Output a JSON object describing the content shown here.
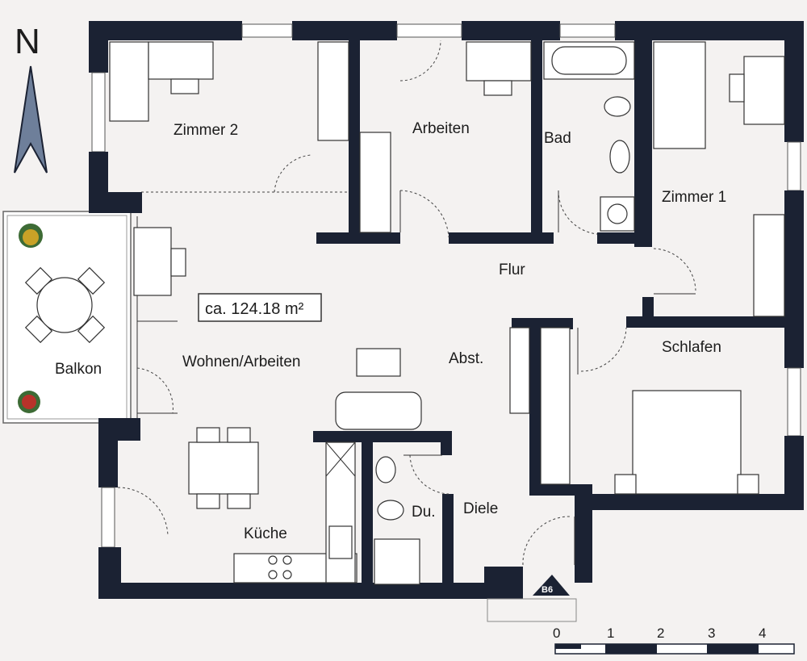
{
  "compass": {
    "label": "N"
  },
  "area": {
    "label": "ca. 124.18 m²"
  },
  "marker": {
    "label": "B6"
  },
  "rooms": {
    "zimmer2": "Zimmer 2",
    "arbeiten": "Arbeiten",
    "bad": "Bad",
    "zimmer1": "Zimmer 1",
    "flur": "Flur",
    "balkon": "Balkon",
    "wohnen": "Wohnen/Arbeiten",
    "abst": "Abst.",
    "schlafen": "Schlafen",
    "kueche": "Küche",
    "du": "Du.",
    "diele": "Diele"
  },
  "scale": {
    "ticks": [
      "0",
      "1",
      "2",
      "3",
      "4"
    ]
  },
  "colors": {
    "wall": "#1b2233",
    "compass": "#6e7f9a",
    "flower": "#c9a227",
    "flower_red": "#b8322a",
    "leaf": "#3d6b35"
  }
}
